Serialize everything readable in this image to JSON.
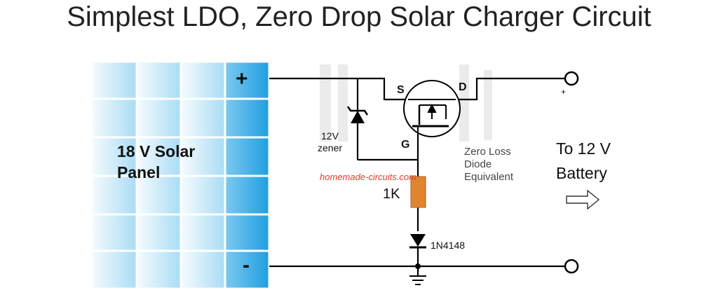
{
  "title": "Simplest LDO, Zero Drop Solar Charger Circuit",
  "panel": {
    "label_line1": "18 V Solar",
    "label_line2": "Panel",
    "plus": "+",
    "minus": "-"
  },
  "mosfet": {
    "source": "S",
    "drain": "D",
    "gate": "G",
    "desc_line1": "Zero Loss",
    "desc_line2": "Diode",
    "desc_line3": "Equivalent"
  },
  "zener": {
    "line1": "12V",
    "line2": "zener"
  },
  "resistor": {
    "value": "1K"
  },
  "diode": {
    "part": "1N4148"
  },
  "watermark": "homemade-circuits.com",
  "output": {
    "plus": "+",
    "line1": "To 12 V",
    "line2": "Battery"
  },
  "colors": {
    "panel_cell_light": "#e8f6fd",
    "panel_cell_dark": "#2ba9e6",
    "resistor": "#e0852e",
    "wire": "#000000",
    "watermark": "#e23a2a"
  }
}
